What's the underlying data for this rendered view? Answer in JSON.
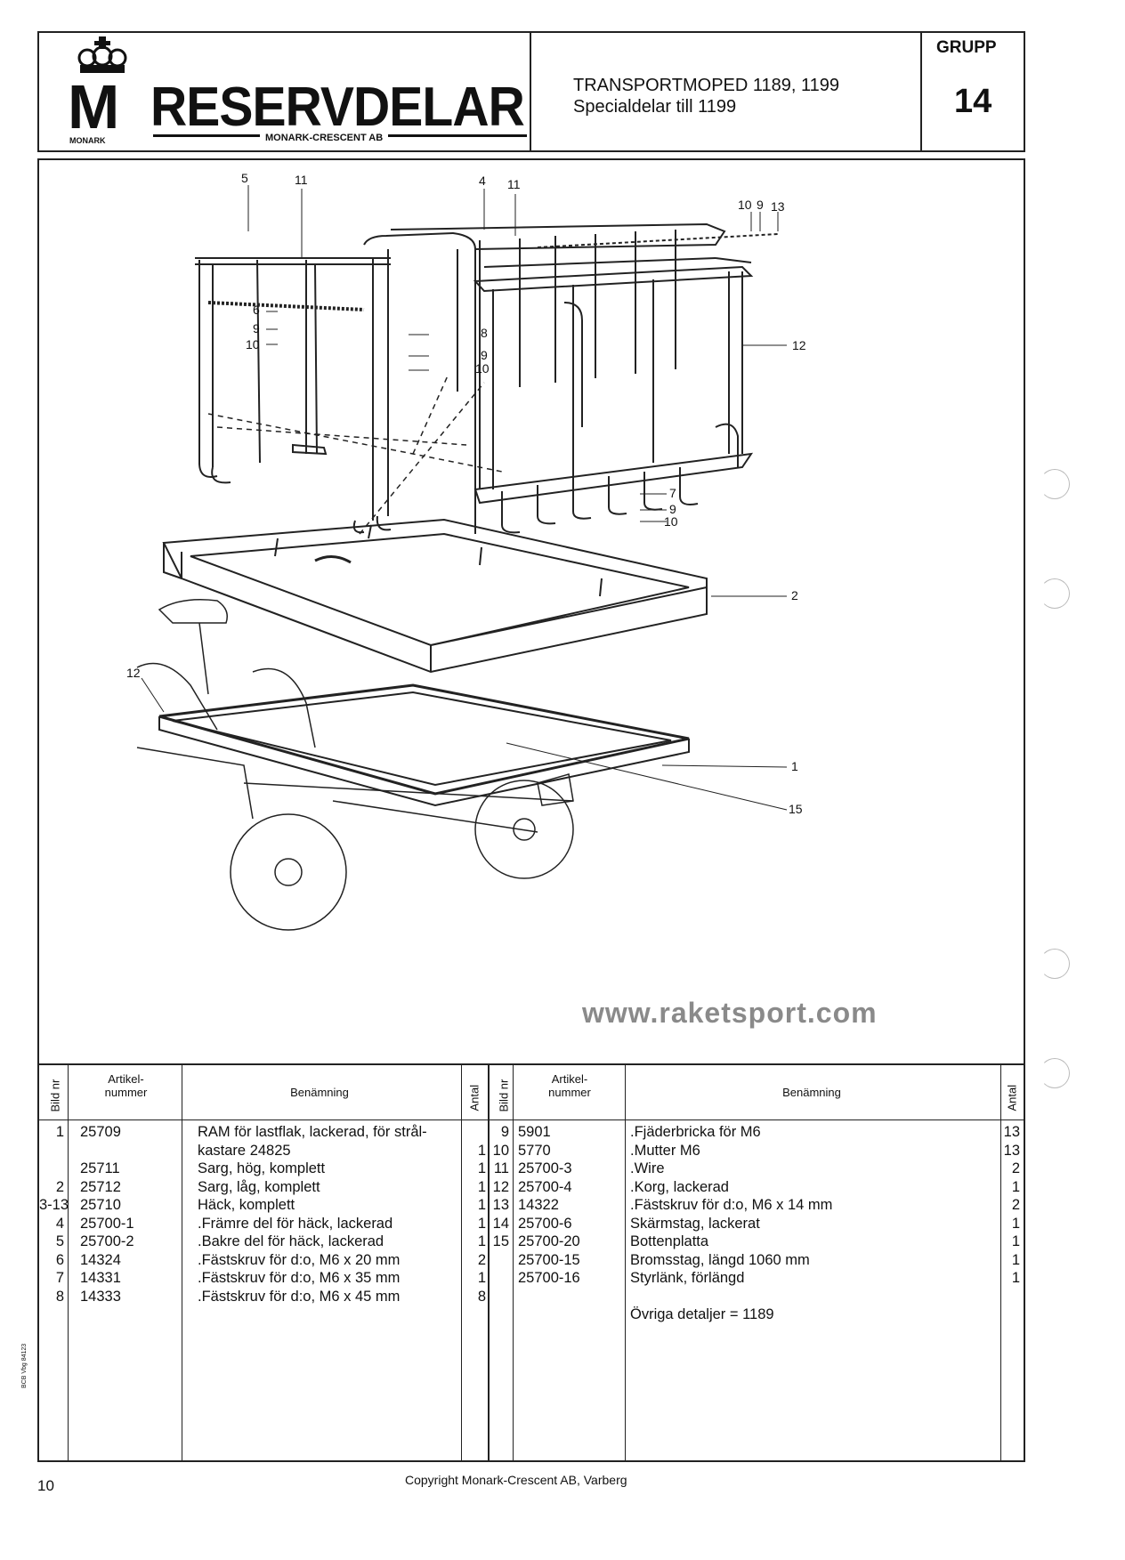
{
  "header": {
    "logo_word": "RESERVDELAR",
    "logo_sub": "MONARK-CRESCENT AB",
    "logo_letter": "M",
    "logo_brand": "MONARK",
    "title_line1": "TRANSPORTMOPED 1189, 1199",
    "title_line2": "Specialdelar till 1199",
    "grupp_label": "GRUPP",
    "grupp_number": "14"
  },
  "figure": {
    "callouts": [
      "5",
      "11",
      "4",
      "11",
      "10",
      "9",
      "13",
      "6",
      "9",
      "10",
      "8",
      "9",
      "10",
      "12",
      "7",
      "9",
      "10",
      "2",
      "12",
      "1",
      "15"
    ],
    "watermark": "www.raketsport.com"
  },
  "table": {
    "headers": {
      "bild": "Bild nr",
      "artikel": "Artikel-\nnummer",
      "benamning": "Benämning",
      "antal": "Antal"
    },
    "left_rows": [
      {
        "bild": "1",
        "artikel": "25709",
        "benamning": "RAM för lastflak, lackerad, för strål-",
        "antal": ""
      },
      {
        "bild": "",
        "artikel": "",
        "benamning": "kastare 24825",
        "antal": "1"
      },
      {
        "bild": "",
        "artikel": "25711",
        "benamning": "Sarg, hög, komplett",
        "antal": "1"
      },
      {
        "bild": "2",
        "artikel": "25712",
        "benamning": "Sarg, låg, komplett",
        "antal": "1"
      },
      {
        "bild": "3-13",
        "artikel": "25710",
        "benamning": "Häck, komplett",
        "antal": "1"
      },
      {
        "bild": "4",
        "artikel": "25700-1",
        "benamning": ".Främre del för häck, lackerad",
        "antal": "1"
      },
      {
        "bild": "5",
        "artikel": "25700-2",
        "benamning": ".Bakre del för häck, lackerad",
        "antal": "1"
      },
      {
        "bild": "6",
        "artikel": "14324",
        "benamning": ".Fästskruv för d:o, M6 x 20 mm",
        "antal": "2"
      },
      {
        "bild": "7",
        "artikel": "14331",
        "benamning": ".Fästskruv för d:o, M6 x 35 mm",
        "antal": "1"
      },
      {
        "bild": "8",
        "artikel": "14333",
        "benamning": ".Fästskruv för d:o, M6 x 45 mm",
        "antal": "8"
      }
    ],
    "right_rows": [
      {
        "bild": "9",
        "artikel": "5901",
        "benamning": ".Fjäderbricka för M6",
        "antal": "13"
      },
      {
        "bild": "10",
        "artikel": "5770",
        "benamning": ".Mutter M6",
        "antal": "13"
      },
      {
        "bild": "11",
        "artikel": "25700-3",
        "benamning": ".Wire",
        "antal": "2"
      },
      {
        "bild": "12",
        "artikel": "25700-4",
        "benamning": ".Korg, lackerad",
        "antal": "1"
      },
      {
        "bild": "13",
        "artikel": "14322",
        "benamning": ".Fästskruv för d:o, M6 x 14 mm",
        "antal": "2"
      },
      {
        "bild": "14",
        "artikel": "25700-6",
        "benamning": "Skärmstag, lackerat",
        "antal": "1"
      },
      {
        "bild": "15",
        "artikel": "25700-20",
        "benamning": "Bottenplatta",
        "antal": "1"
      },
      {
        "bild": "",
        "artikel": "25700-15",
        "benamning": "Bromsstag, längd 1060 mm",
        "antal": "1"
      },
      {
        "bild": "",
        "artikel": "25700-16",
        "benamning": "Styrlänk, förlängd",
        "antal": "1"
      },
      {
        "bild": "",
        "artikel": "",
        "benamning": "",
        "antal": ""
      },
      {
        "bild": "",
        "artikel": "",
        "benamning": "Övriga detaljer = 1189",
        "antal": ""
      }
    ]
  },
  "footer": {
    "page_number": "10",
    "copyright": "Copyright Monark-Crescent AB, Varberg",
    "side_code": "BCB Vbg 84123"
  }
}
